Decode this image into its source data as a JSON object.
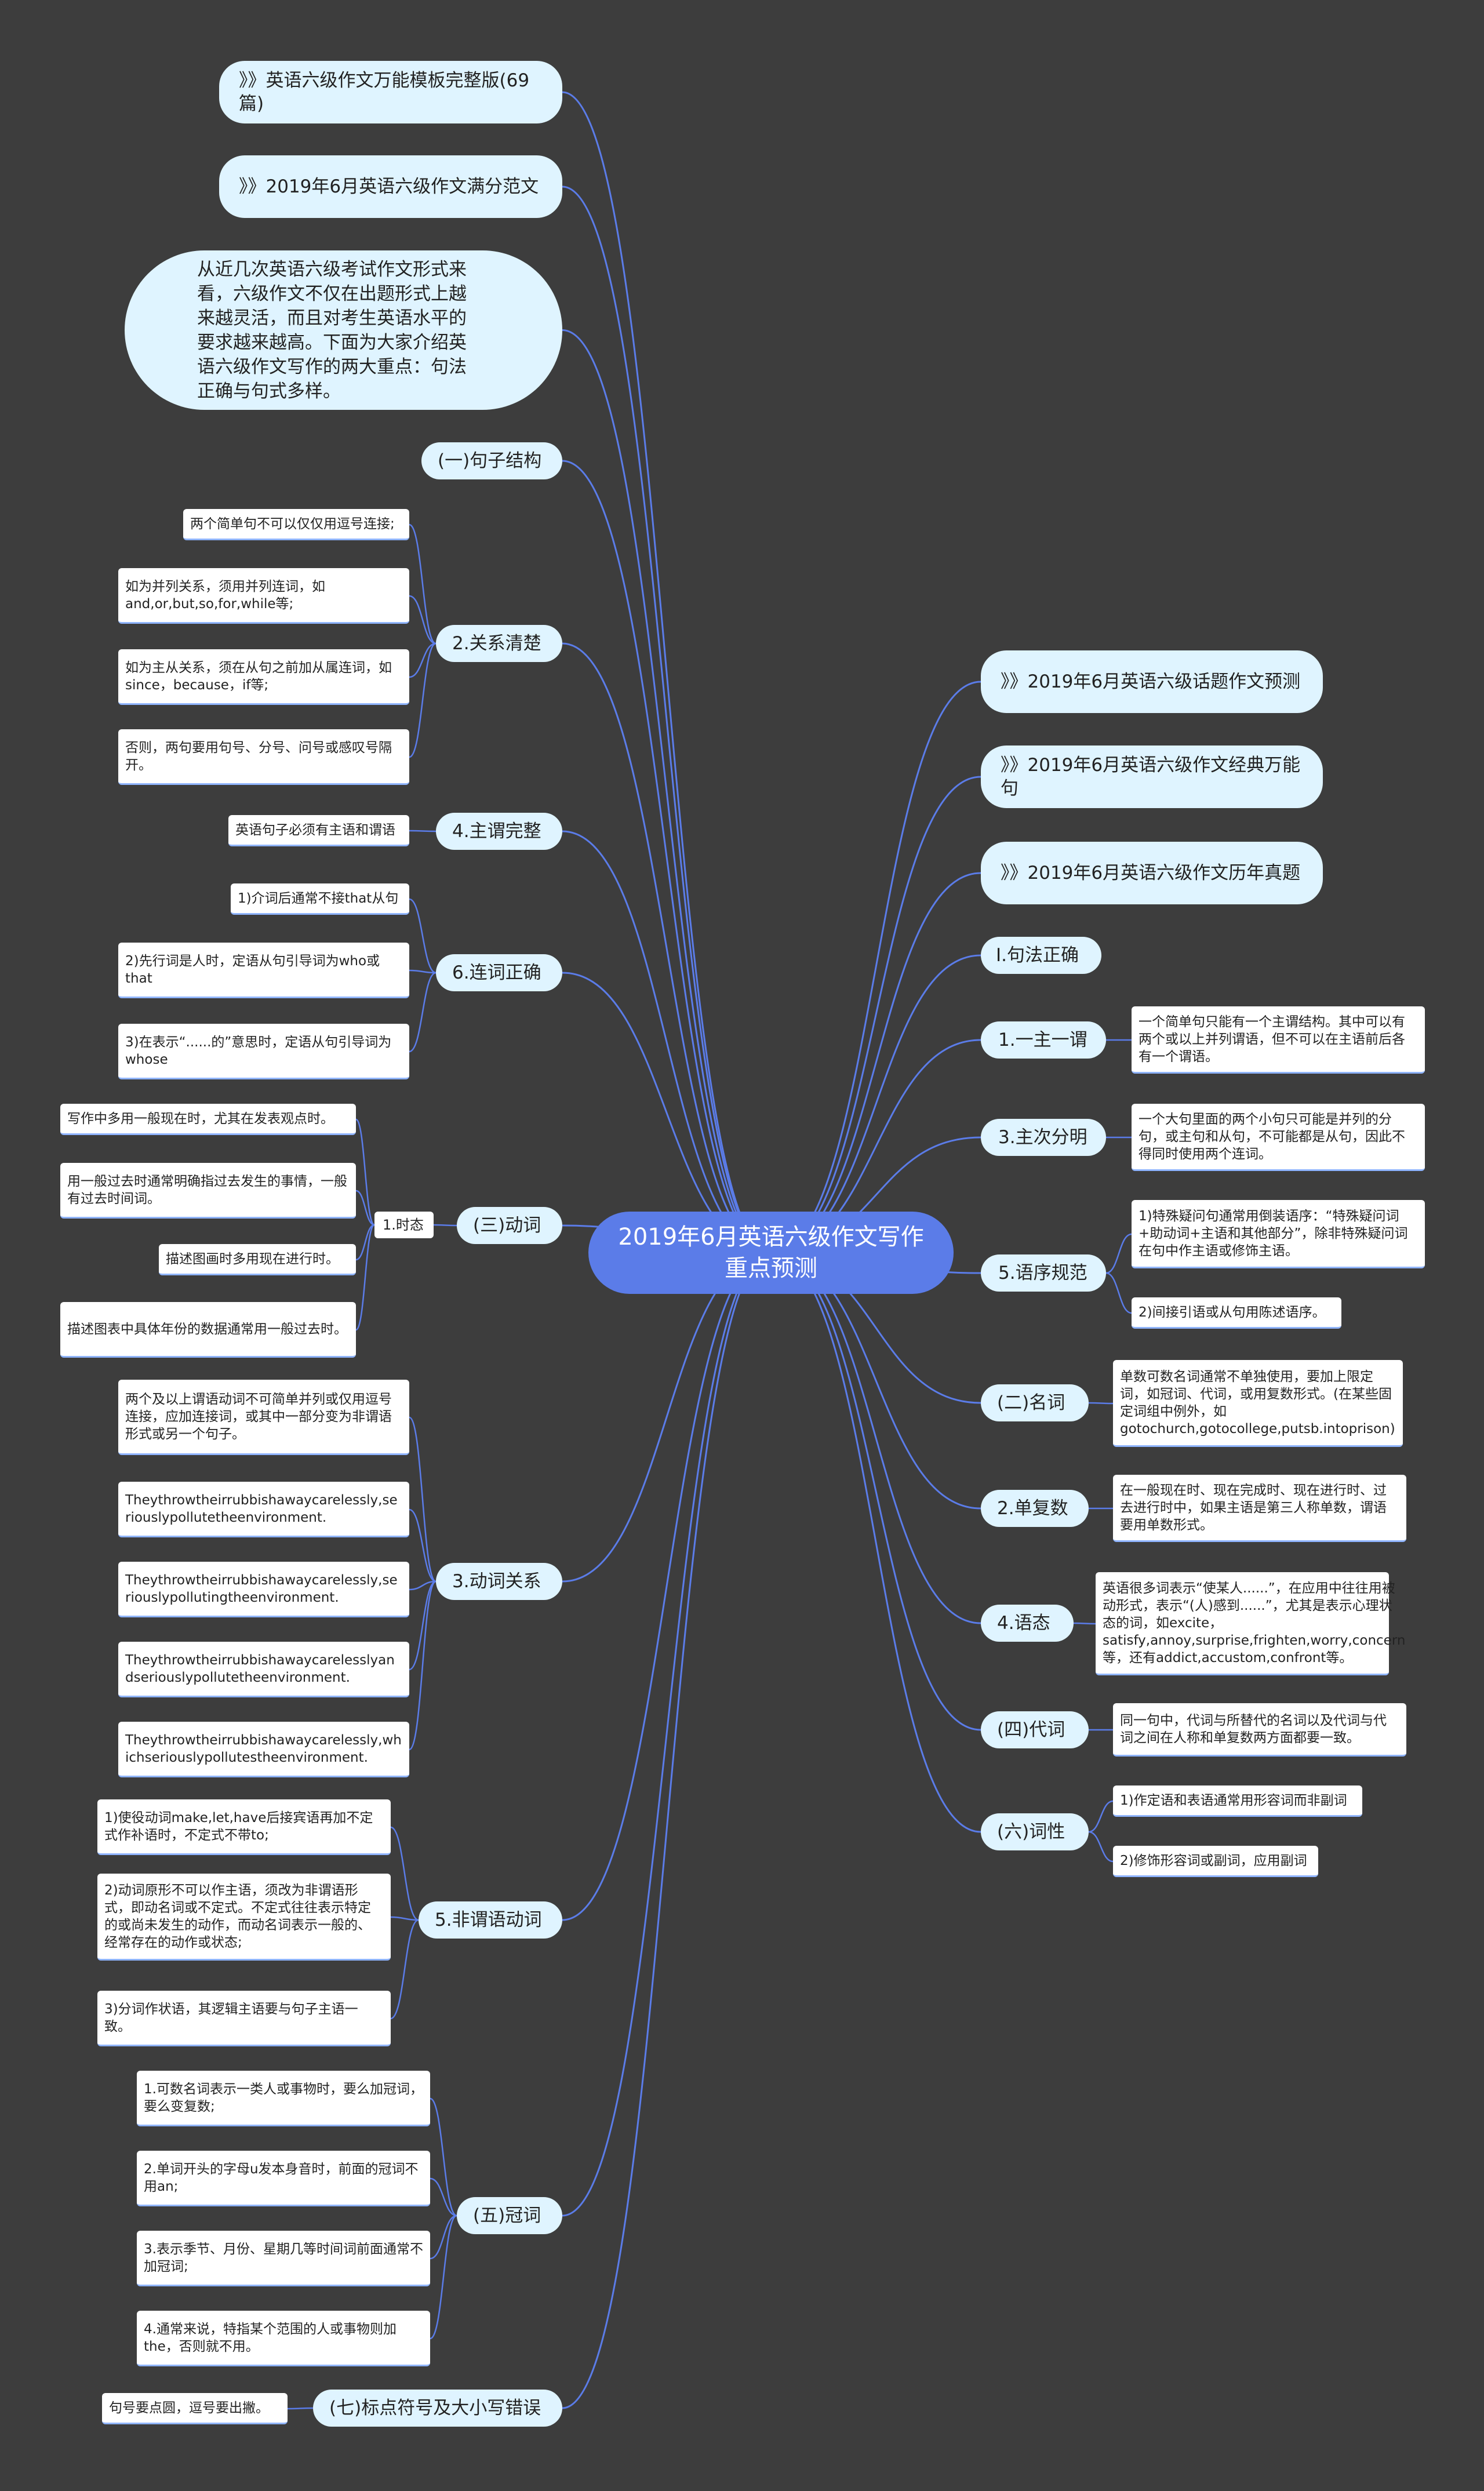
{
  "center": "2019年6月英语六级作文写作重点预测",
  "left": {
    "link1": "》》英语六级作文万能模板完整版(69篇)",
    "link2": "》》2019年6月英语六级作文满分范文",
    "intro": "从近几次英语六级考试作文形式来看，六级作文不仅在出题形式上越来越灵活，而且对考生英语水平的要求越来越高。下面为大家介绍英语六级作文写作的两大重点：句法正确与句式多样。",
    "sentence_structure": "(一)句子结构",
    "relation": {
      "label": "2.关系清楚",
      "items": [
        "两个简单句不可以仅仅用逗号连接;",
        "如为并列关系，须用并列连词，如and,or,but,so,for,while等;",
        "如为主从关系，须在从句之前加从属连词，如since，because，if等;",
        "否则，两句要用句号、分号、问号或感叹号隔开。"
      ]
    },
    "subject": {
      "label": "4.主谓完整",
      "items": [
        "英语句子必须有主语和谓语"
      ]
    },
    "conj": {
      "label": "6.连词正确",
      "items": [
        "1)介词后通常不接that从句",
        "2)先行词是人时，定语从句引导词为who或that",
        "3)在表示“......的”意思时，定语从句引导词为whose"
      ]
    },
    "verb": {
      "label": "(三)动词",
      "sub": "1.时态",
      "items": [
        "写作中多用一般现在时，尤其在发表观点时。",
        "用一般过去时通常明确指过去发生的事情，一般有过去时间词。",
        "描述图画时多用现在进行时。",
        "描述图表中具体年份的数据通常用一般过去时。"
      ]
    },
    "verb_rel": {
      "label": "3.动词关系",
      "items": [
        "两个及以上谓语动词不可简单并列或仅用逗号连接，应加连接词，或其中一部分变为非谓语形式或另一个句子。",
        "Theythrowtheirrubbishawaycarelessly,seriouslypollutetheenvironment.",
        "Theythrowtheirrubbishawaycarelessly,seriouslypollutingtheenvironment.",
        "Theythrowtheirrubbishawaycarelesslyandseriouslypollutetheenvironment.",
        "Theythrowtheirrubbishawaycarelessly,whichseriouslypollutestheenvironment."
      ]
    },
    "nonfinite": {
      "label": "5.非谓语动词",
      "items": [
        "1)使役动词make,let,have后接宾语再加不定式作补语时，不定式不带to;",
        "2)动词原形不可以作主语，须改为非谓语形式，即动名词或不定式。不定式往往表示特定的或尚未发生的动作，而动名词表示一般的、经常存在的动作或状态;",
        "3)分词作状语，其逻辑主语要与句子主语一致。"
      ]
    },
    "article": {
      "label": "(五)冠词",
      "items": [
        "1.可数名词表示一类人或事物时，要么加冠词，要么变复数;",
        "2.单词开头的字母u发本身音时，前面的冠词不用an;",
        "3.表示季节、月份、星期几等时间词前面通常不加冠词;",
        "4.通常来说，特指某个范围的人或事物则加the，否则就不用。"
      ]
    },
    "punct": {
      "label": "(七)标点符号及大小写错误",
      "items": [
        "句号要点圆，逗号要出撇。"
      ]
    }
  },
  "right": {
    "link3": "》》2019年6月英语六级话题作文预测",
    "link4": "》》2019年6月英语六级作文经典万能句",
    "link5": "》》2019年6月英语六级作文历年真题",
    "syntax": "I.句法正确",
    "one": {
      "label": "1.一主一谓",
      "items": [
        "一个简单句只能有一个主谓结构。其中可以有两个或以上并列谓语，但不可以在主语前后各有一个谓语。"
      ]
    },
    "main": {
      "label": "3.主次分明",
      "items": [
        "一个大句里面的两个小句只可能是并列的分句，或主句和从句，不可能都是从句，因此不得同时使用两个连词。"
      ]
    },
    "order": {
      "label": "5.语序规范",
      "items": [
        "1)特殊疑问句通常用倒装语序：“特殊疑问词+助动词+主语和其他部分”，除非特殊疑问词在句中作主语或修饰主语。",
        "2)间接引语或从句用陈述语序。"
      ]
    },
    "noun": {
      "label": "(二)名词",
      "items": [
        "单数可数名词通常不单独使用，要加上限定词，如冠词、代词，或用复数形式。(在某些固定词组中例外，如gotochurch,gotocollege,putsb.intoprison)"
      ]
    },
    "plural": {
      "label": "2.单复数",
      "items": [
        "在一般现在时、现在完成时、现在进行时、过去进行时中，如果主语是第三人称单数，谓语要用单数形式。"
      ]
    },
    "voice": {
      "label": "4.语态",
      "items": [
        "英语很多词表示“使某人......”，在应用中往往用被动形式，表示“(人)感到......”，尤其是表示心理状态的词，如excite，satisfy,annoy,surprise,frighten,worry,concern等，还有addict,accustom,confront等。"
      ]
    },
    "pronoun": {
      "label": "(四)代词",
      "items": [
        "同一句中，代词与所替代的名词以及代词与代词之间在人称和单复数两方面都要一致。"
      ]
    },
    "pos": {
      "label": "(六)词性",
      "items": [
        "1)作定语和表语通常用形容词而非副词",
        "2)修饰形容词或副词，应用副词"
      ]
    }
  },
  "colors": {
    "background": "#3d3d3d",
    "center": "#5b7ce8",
    "line": "#5b7ce8",
    "pill": "#dff4ff"
  }
}
